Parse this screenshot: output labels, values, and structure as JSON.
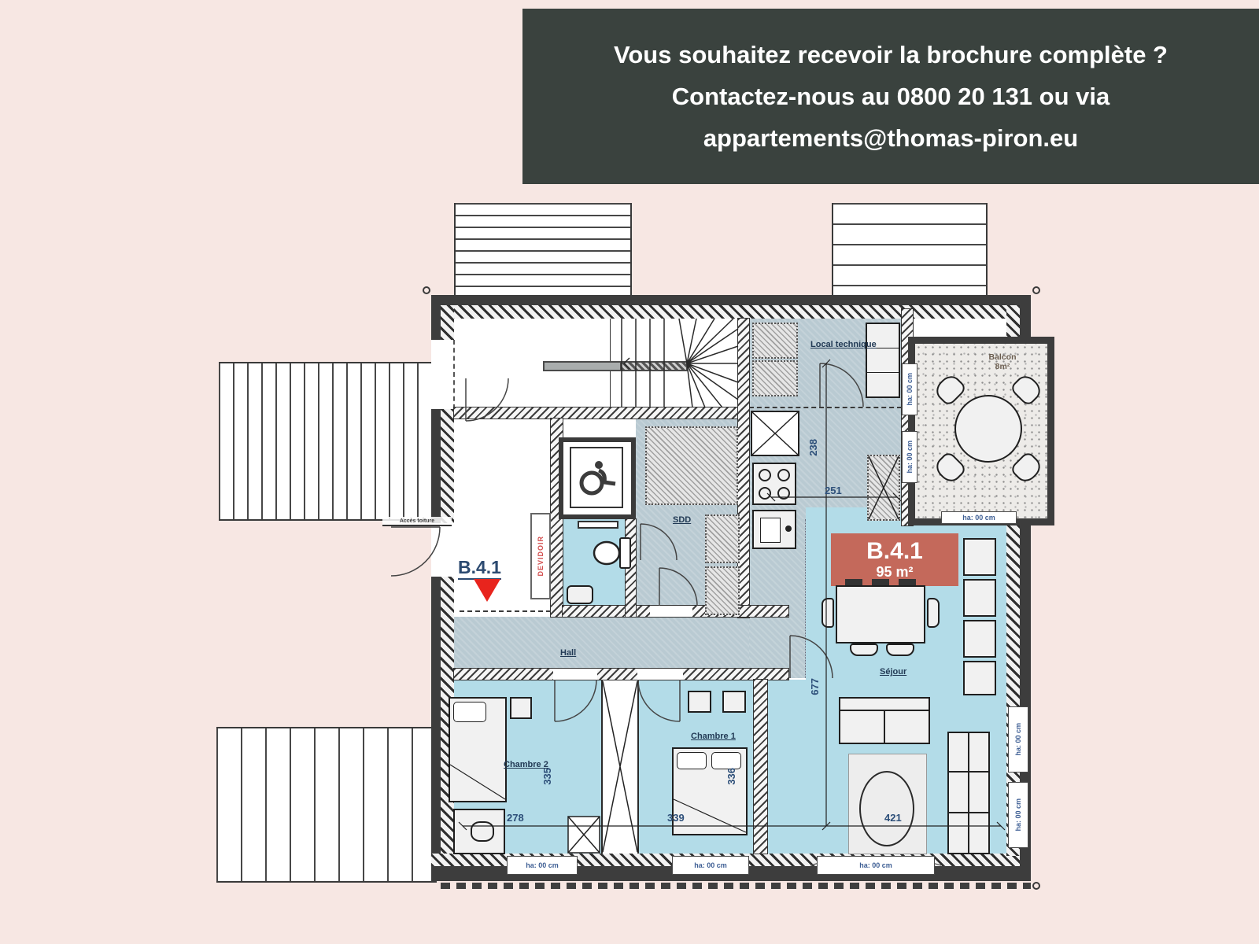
{
  "banner": {
    "bg": "#3a423e",
    "lines": [
      "Vous souhaitez recevoir la brochure complète ?",
      "Contactez-nous au 0800 20 131 ou via",
      "appartements@thomas-piron.eu"
    ]
  },
  "plan": {
    "unit_box": {
      "code": "B.4.1",
      "area": "95 m²"
    },
    "entrance": {
      "code": "B.4.1"
    },
    "rooms": {
      "local_technique": "Local technique",
      "sdd": "SDD",
      "hall": "Hall",
      "sejour": "Séjour",
      "chambre1": "Chambre 1",
      "chambre2": "Chambre 2",
      "devidoir": "DEVIDOIR",
      "balcon_line1": "Balcon",
      "balcon_line2": "8m²",
      "acces": "Accès toiture"
    },
    "dims": {
      "d238": "238",
      "d251": "251",
      "d677": "677",
      "d421": "421",
      "d278": "278",
      "d335": "335",
      "d339": "339",
      "d336": "336"
    },
    "window_label": "ha: 00 cm"
  },
  "colors": {
    "background": "#f7e7e3",
    "banner_bg": "#3a423e",
    "banner_text": "#ffffff",
    "room_blue": "#b3dce8",
    "room_gray_blue": "#b9cad2",
    "unit_box_bg": "#c4695b",
    "accent_red": "#e8241d",
    "label_navy": "#223a55",
    "dim_blue": "#2d4f79",
    "wall_dark": "#3d3d3d"
  }
}
